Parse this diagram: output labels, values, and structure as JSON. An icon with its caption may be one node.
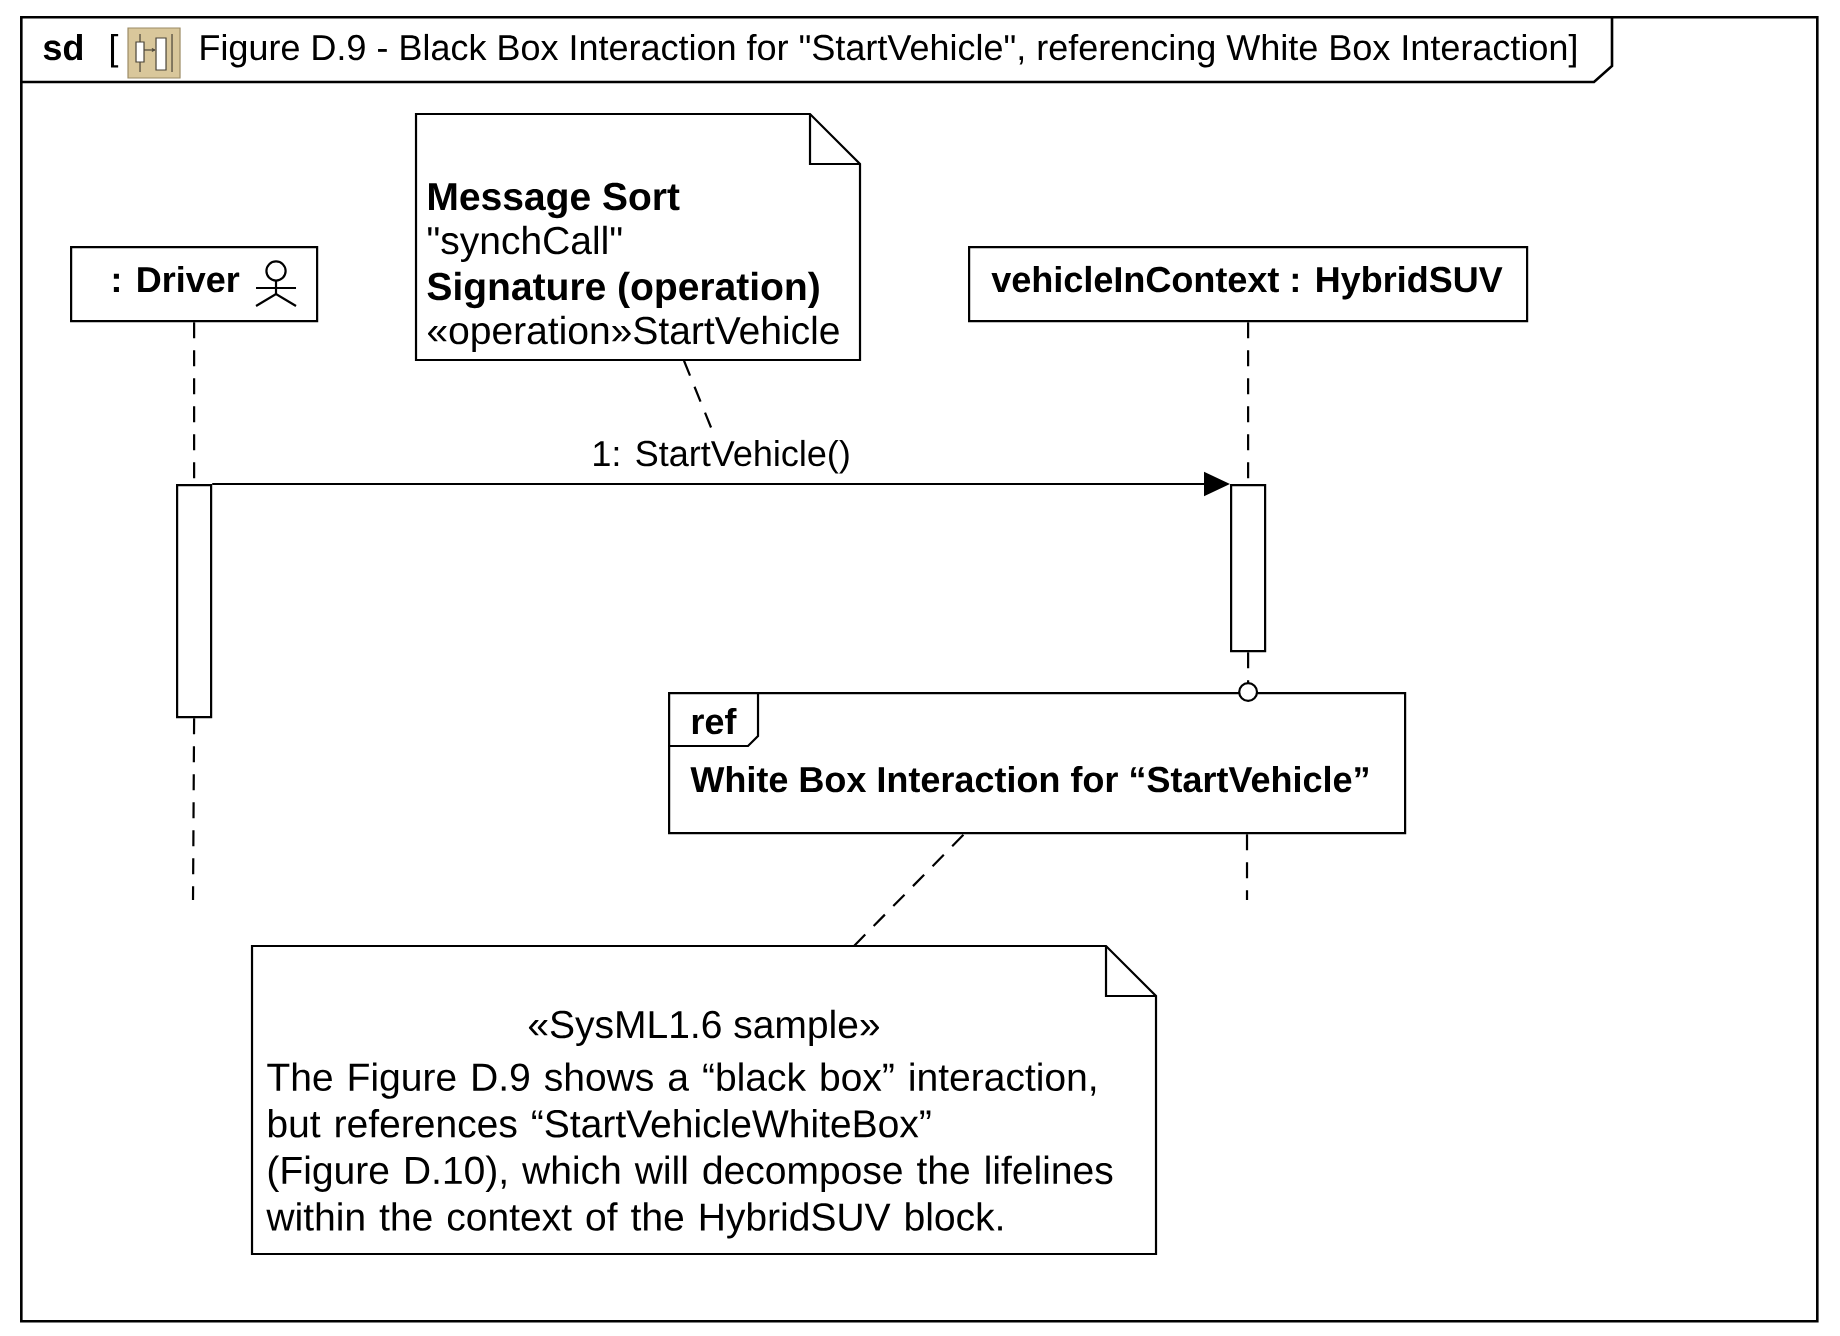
{
  "diagram": {
    "nodes": [
      {
        "text": [
          "sd",
          "[",
          "Figure D.9 - Black Box Interaction for \"StartVehicle\", referencing White Box Interaction]"
        ]
      },
      {
        "text": [
          "Message Sort",
          "\"synchCall\"",
          "Signature (operation)",
          "«operation»StartVehicle"
        ],
        "in": 0
      },
      {
        "text": [
          ": Driver"
        ],
        "in": 0
      },
      {
        "text": [
          "vehicleInContext : HybridSUV"
        ],
        "in": 0
      },
      {
        "text": [],
        "shape": "bar",
        "in": 0
      },
      {
        "text": [],
        "shape": "bar",
        "in": 0
      },
      {
        "text": [
          "ref",
          "White Box Interaction for “StartVehicle”"
        ],
        "in": 0
      },
      {
        "text": [
          "«SysML1.6 sample»",
          "The Figure D.9 shows a “black box” interaction, but references “StartVehicleWhiteBox” (Figure D.10), which will decompose the lifelines within the context of the HybridSUV block."
        ],
        "in": 0
      }
    ],
    "edges": [
      {
        "from": 1,
        "to": null,
        "arrow": "none",
        "style": "dashed"
      },
      {
        "from": 4,
        "to": 5,
        "arrow": "to",
        "label": "1: StartVehicle()"
      },
      {
        "from": 2,
        "to": 4,
        "arrow": "none",
        "style": "dashed"
      },
      {
        "from": 4,
        "to": null,
        "arrow": "none",
        "style": "dashed"
      },
      {
        "from": 3,
        "to": 5,
        "arrow": "none",
        "style": "dashed"
      },
      {
        "from": 5,
        "to": 6,
        "arrow": "other",
        "style": "dashed"
      },
      {
        "from": 6,
        "to": null,
        "arrow": "none",
        "style": "dashed"
      },
      {
        "from": 7,
        "to": 6,
        "arrow": "none",
        "style": "dashed"
      }
    ]
  }
}
